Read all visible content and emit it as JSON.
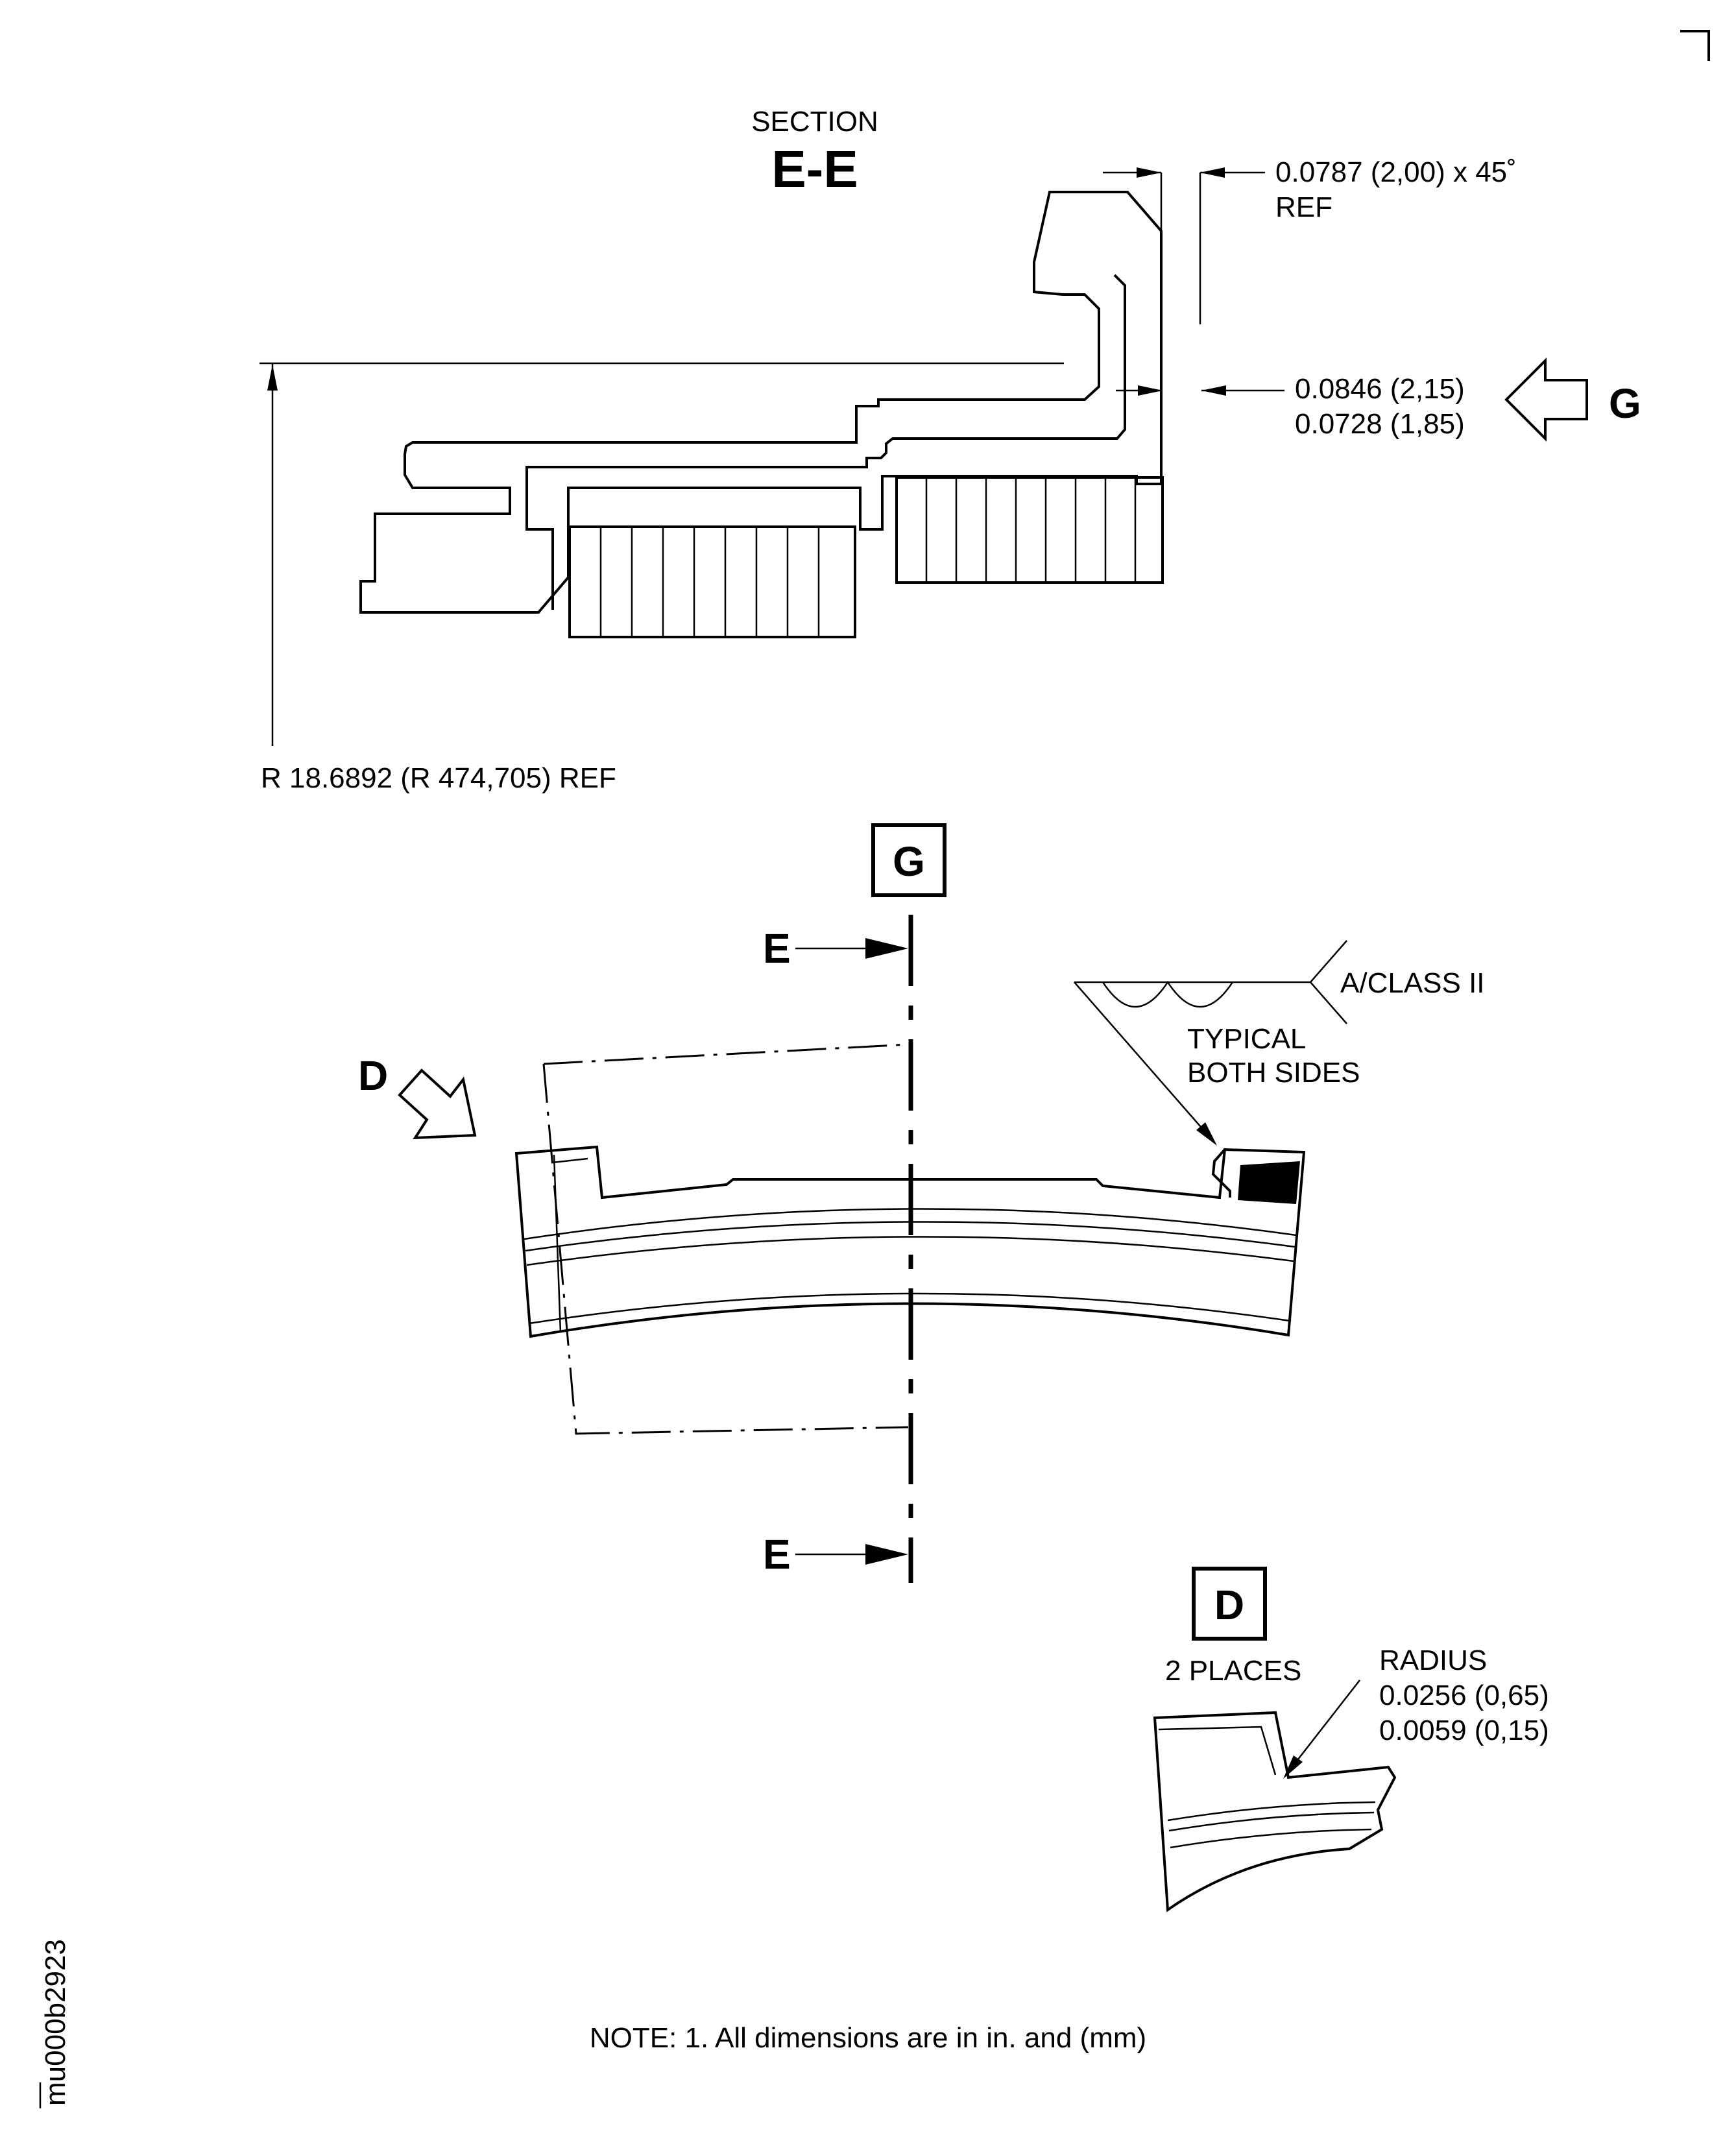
{
  "section": {
    "label": "SECTION",
    "name": "E-E"
  },
  "dimensions": {
    "chamfer": {
      "line1": "0.0787 (2,00) x 45˚",
      "line2": "REF"
    },
    "thickness": {
      "line1": "0.0846 (2,15)",
      "line2": "0.0728 (1,85)"
    },
    "radius_ref": "R 18.6892 (R 474,705) REF"
  },
  "view_arrow_g": "G",
  "view_box_g": "G",
  "section_marks": {
    "top": "E",
    "bottom": "E"
  },
  "view_arrow_d": "D",
  "weld": {
    "class": "A/CLASS II",
    "note_line1": "TYPICAL",
    "note_line2": "BOTH SIDES"
  },
  "detail_d": {
    "box": "D",
    "places": "2 PLACES",
    "radius_label": "RADIUS",
    "radius_max": "0.0256 (0,65)",
    "radius_min": "0.0059 (0,15)"
  },
  "note": "NOTE: 1. All dimensions are in in. and (mm)",
  "drawing_id": "mu000b2923"
}
